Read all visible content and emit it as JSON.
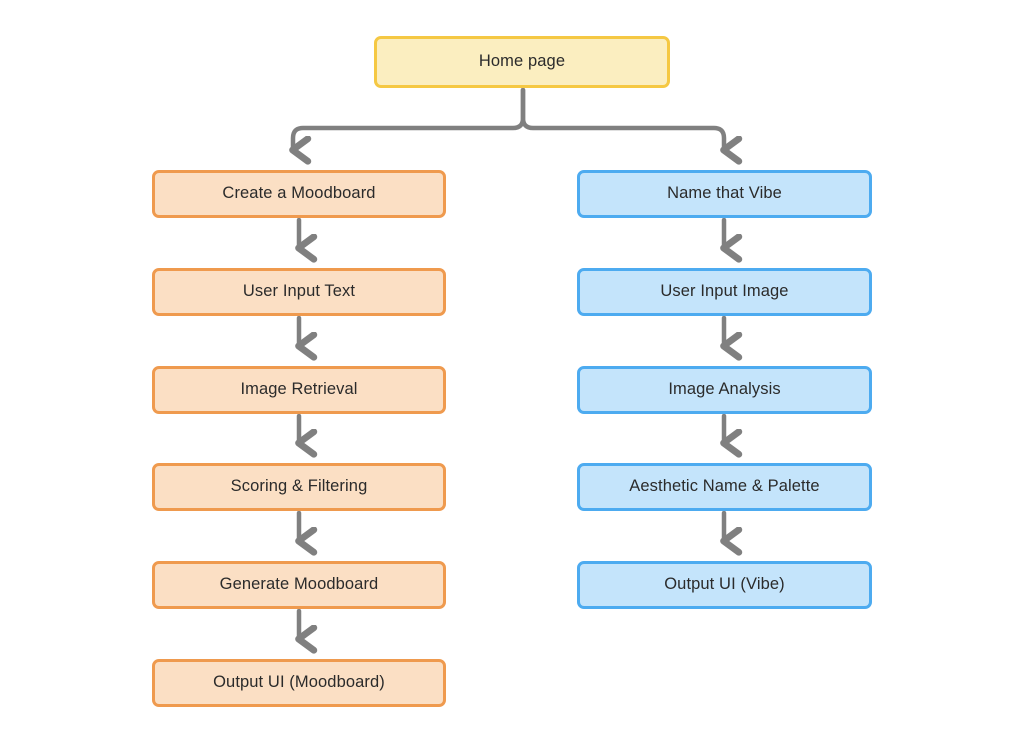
{
  "diagram": {
    "title": "Home page branching flowchart",
    "background_color": "#ffffff",
    "connector_color": "#808080",
    "text_color": "#2b2b2b",
    "root": {
      "id": "home-page",
      "label": "Home page",
      "fill": "#fbeec0",
      "border": "#f5c843"
    },
    "branches": [
      {
        "id": "moodboard-branch",
        "name": "Create a Moodboard flow",
        "fill": "#fbdfc4",
        "border": "#ef9a4e",
        "steps": [
          {
            "id": "create-a-moodboard",
            "label": "Create a Moodboard"
          },
          {
            "id": "user-input-text",
            "label": "User Input Text"
          },
          {
            "id": "image-retrieval",
            "label": "Image Retrieval"
          },
          {
            "id": "scoring-and-filtering",
            "label": "Scoring & Filtering"
          },
          {
            "id": "generate-moodboard",
            "label": "Generate Moodboard"
          },
          {
            "id": "output-ui-moodboard",
            "label": "Output UI (Moodboard)"
          }
        ]
      },
      {
        "id": "vibe-branch",
        "name": "Name that Vibe flow",
        "fill": "#c4e4fb",
        "border": "#4dabf0",
        "steps": [
          {
            "id": "name-that-vibe",
            "label": "Name that Vibe"
          },
          {
            "id": "user-input-image",
            "label": "User Input Image"
          },
          {
            "id": "image-analysis",
            "label": "Image Analysis"
          },
          {
            "id": "aesthetic-name-and-palette",
            "label": "Aesthetic Name & Palette"
          },
          {
            "id": "output-ui-vibe",
            "label": "Output UI (Vibe)"
          }
        ]
      }
    ]
  }
}
